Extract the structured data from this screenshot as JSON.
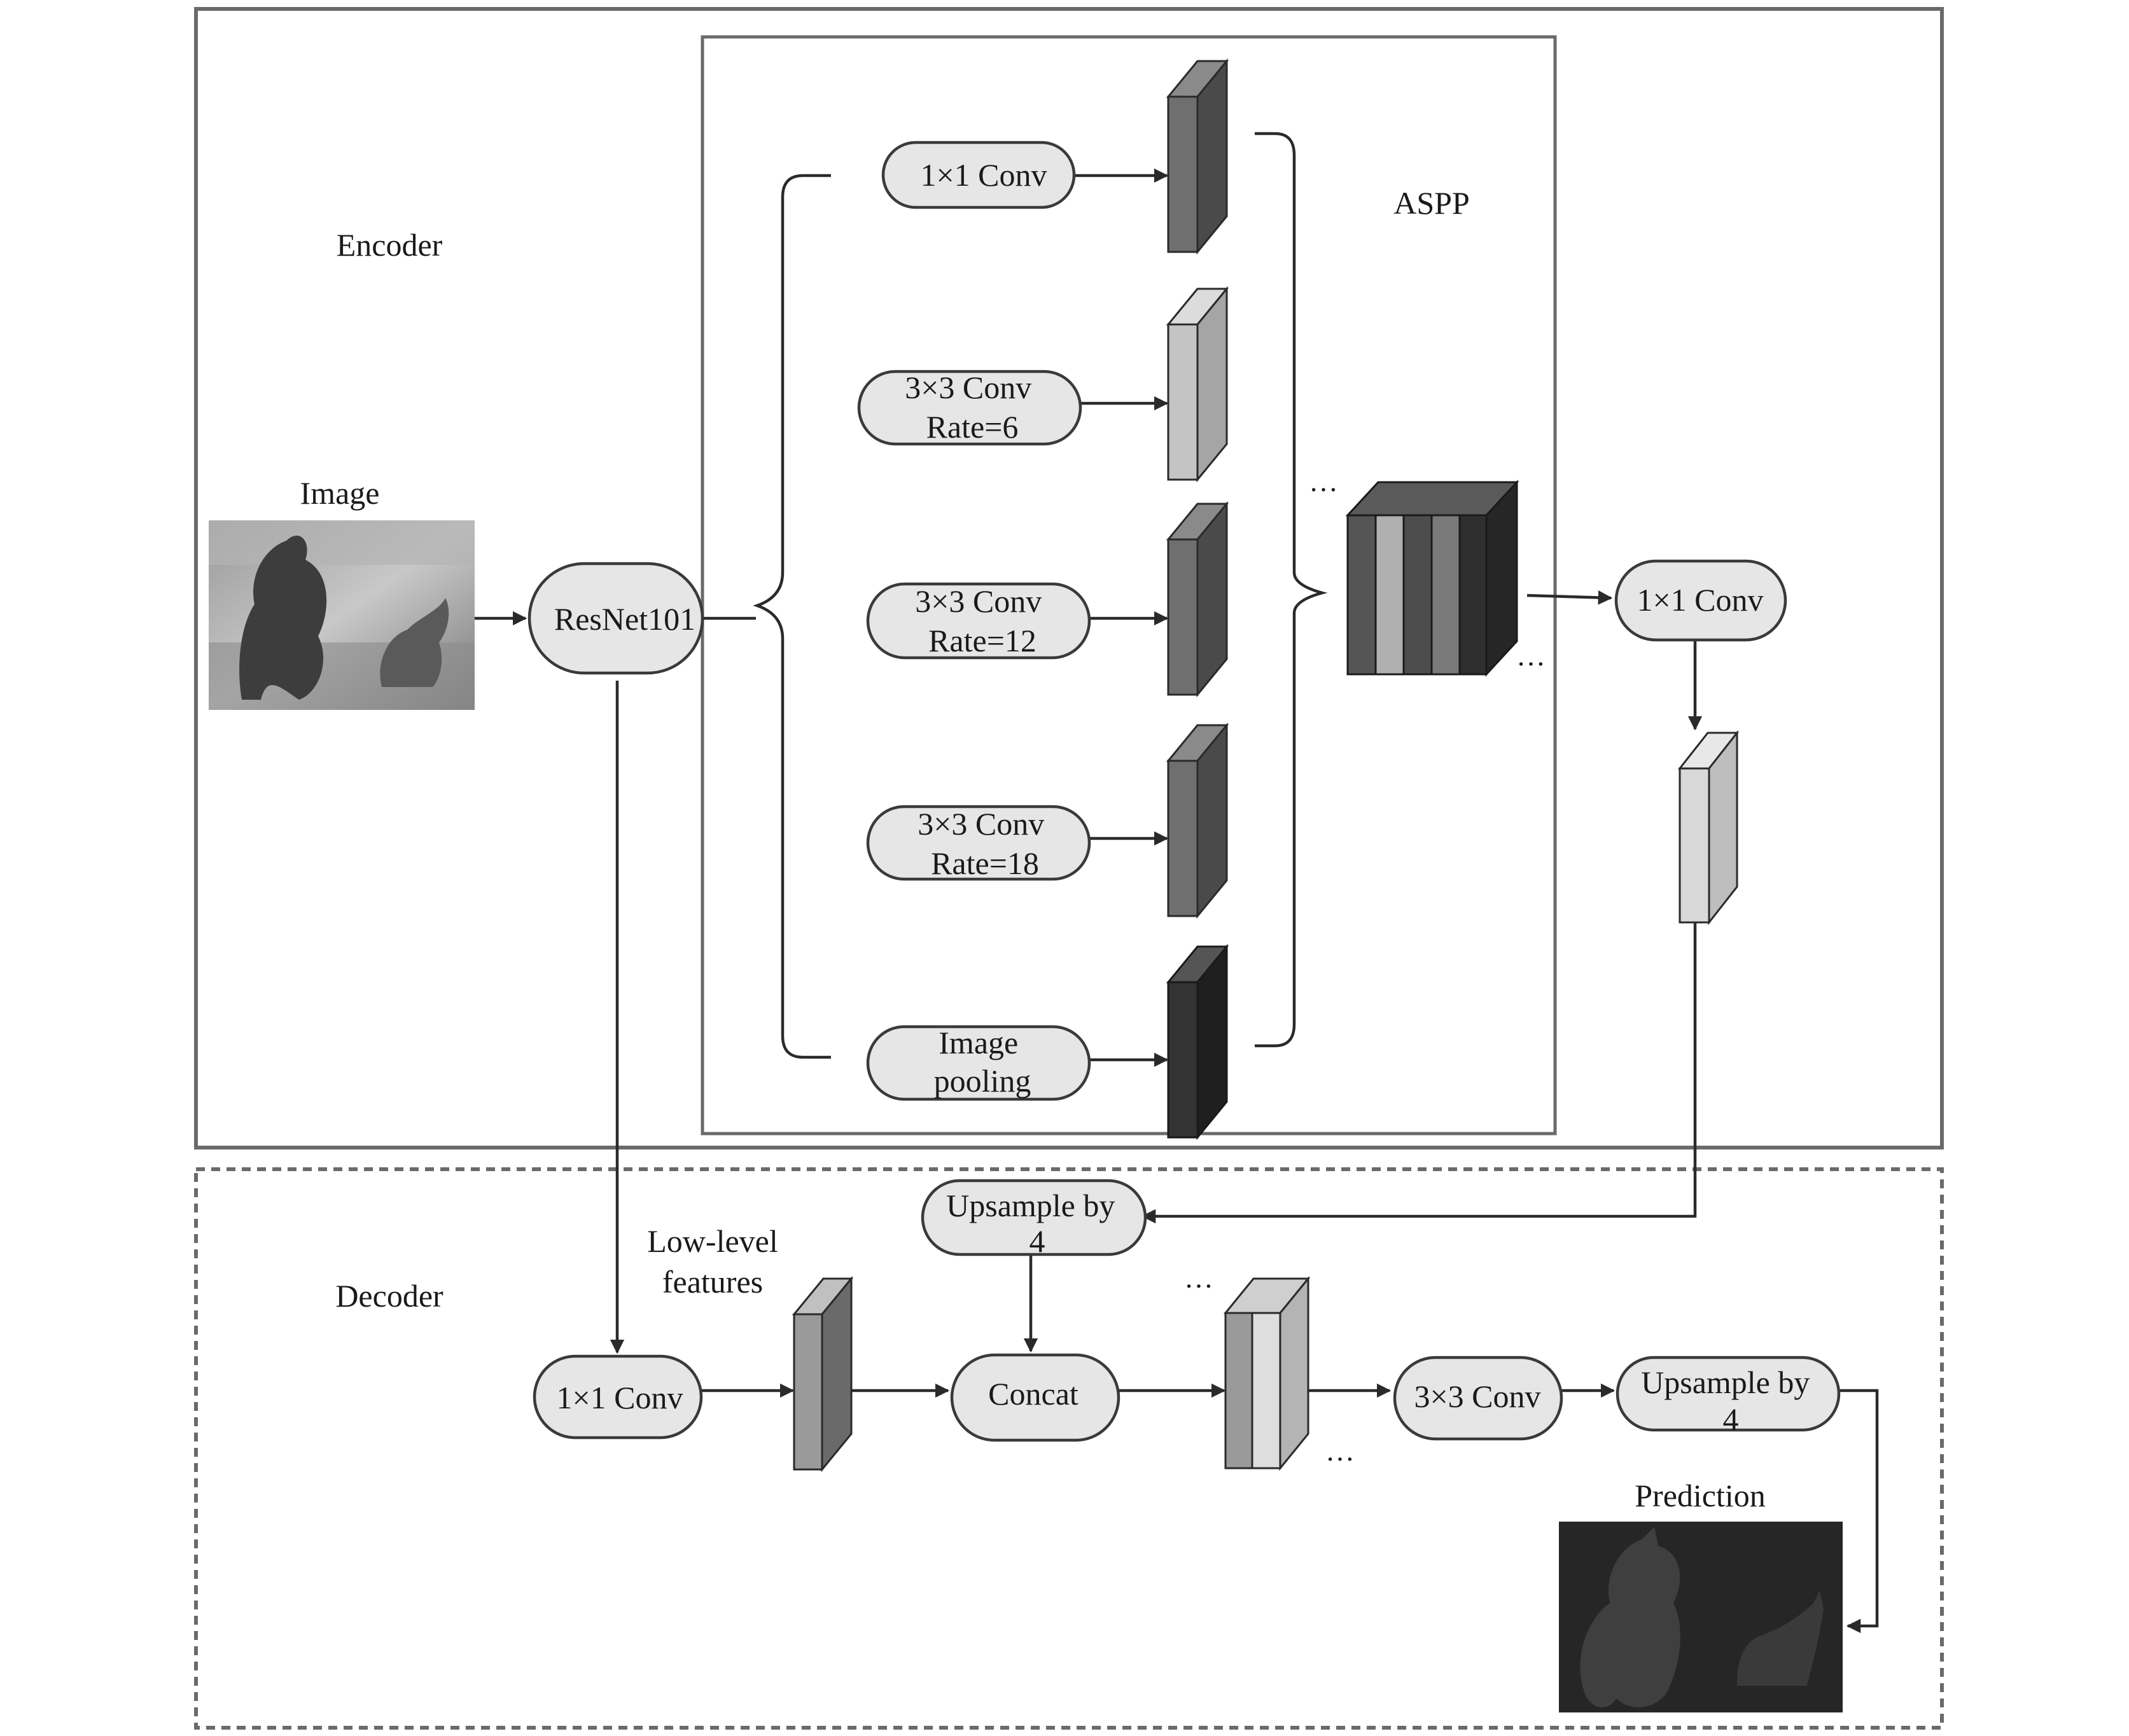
{
  "sections": {
    "encoder": "Encoder",
    "decoder": "Decoder",
    "aspp": "ASPP"
  },
  "labels": {
    "image": "Image",
    "low_level": [
      "Low-level",
      "features"
    ],
    "prediction": "Prediction",
    "ellipsis": "…"
  },
  "nodes": {
    "resnet": [
      "ResNet101"
    ],
    "aspp_conv1": [
      "1×1 Conv"
    ],
    "aspp_conv6": [
      "3×3 Conv",
      "Rate=6"
    ],
    "aspp_conv12": [
      "3×3 Conv",
      "Rate=12"
    ],
    "aspp_conv18": [
      "3×3 Conv",
      "Rate=18"
    ],
    "aspp_pool": [
      "Image",
      "pooling"
    ],
    "encoder_conv": [
      "1×1 Conv"
    ],
    "upsample_a": [
      "Upsample by",
      "4"
    ],
    "decoder_conv": [
      "1×1 Conv"
    ],
    "concat": [
      "Concat"
    ],
    "conv3x3": [
      "3×3 Conv"
    ],
    "upsample_b": [
      "Upsample by",
      "4"
    ]
  },
  "colors": {
    "node_fill": "#e6e6e6",
    "feature_dark": "#333333",
    "feature_mid": "#6f6f6f",
    "feature_light": "#c4c4c4",
    "frame": "#6a6a6a",
    "prediction_bg": "#262626"
  }
}
